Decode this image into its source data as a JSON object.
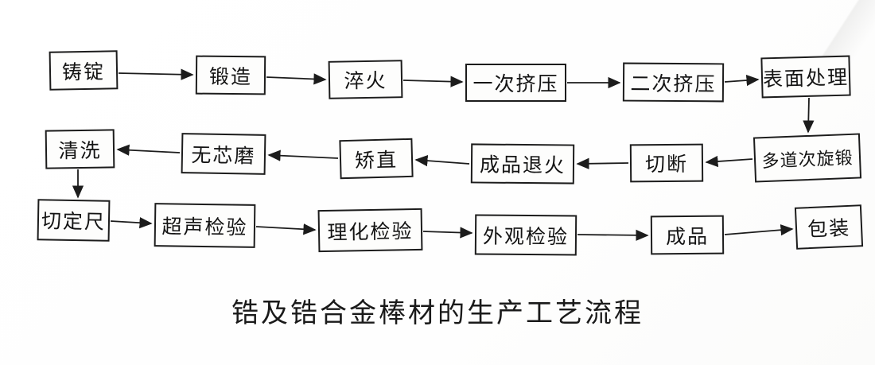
{
  "flowchart": {
    "caption": "锆及锆合金棒材的生产工艺流程",
    "colors": {
      "background": "#fcfcfb",
      "box_border": "#1c1c1c",
      "arrow_line": "#1c1c1c",
      "text": "#141414"
    },
    "nodes": [
      {
        "id": "cast-ingot",
        "label": "铸锭"
      },
      {
        "id": "forging",
        "label": "锻造"
      },
      {
        "id": "quenching",
        "label": "淬火"
      },
      {
        "id": "first-extrusion",
        "label": "一次挤压"
      },
      {
        "id": "second-extrusion",
        "label": "二次挤压"
      },
      {
        "id": "surface-treatment",
        "label": "表面处理"
      },
      {
        "id": "multi-pass-rotary-swaging",
        "label": "多道次旋锻"
      },
      {
        "id": "cutting",
        "label": "切断"
      },
      {
        "id": "product-annealing",
        "label": "成品退火"
      },
      {
        "id": "straightening",
        "label": "矫直"
      },
      {
        "id": "centerless-grinding",
        "label": "无芯磨"
      },
      {
        "id": "cleaning",
        "label": "清洗"
      },
      {
        "id": "cut-to-length",
        "label": "切定尺"
      },
      {
        "id": "ultrasonic-inspection",
        "label": "超声检验"
      },
      {
        "id": "physicochemical-inspection",
        "label": "理化检验"
      },
      {
        "id": "visual-inspection",
        "label": "外观检验"
      },
      {
        "id": "finished-product",
        "label": "成品"
      },
      {
        "id": "packaging",
        "label": "包装"
      }
    ],
    "edges": [
      {
        "from": "铸锭",
        "to": "锻造"
      },
      {
        "from": "锻造",
        "to": "淬火"
      },
      {
        "from": "淬火",
        "to": "一次挤压"
      },
      {
        "from": "一次挤压",
        "to": "二次挤压"
      },
      {
        "from": "二次挤压",
        "to": "表面处理"
      },
      {
        "from": "表面处理",
        "to": "多道次旋锻"
      },
      {
        "from": "多道次旋锻",
        "to": "切断"
      },
      {
        "from": "切断",
        "to": "成品退火"
      },
      {
        "from": "成品退火",
        "to": "矫直"
      },
      {
        "from": "矫直",
        "to": "无芯磨"
      },
      {
        "from": "无芯磨",
        "to": "清洗"
      },
      {
        "from": "清洗",
        "to": "切定尺"
      },
      {
        "from": "切定尺",
        "to": "超声检验"
      },
      {
        "from": "超声检验",
        "to": "理化检验"
      },
      {
        "from": "理化检验",
        "to": "外观检验"
      },
      {
        "from": "外观检验",
        "to": "成品"
      },
      {
        "from": "成品",
        "to": "包装"
      }
    ]
  }
}
